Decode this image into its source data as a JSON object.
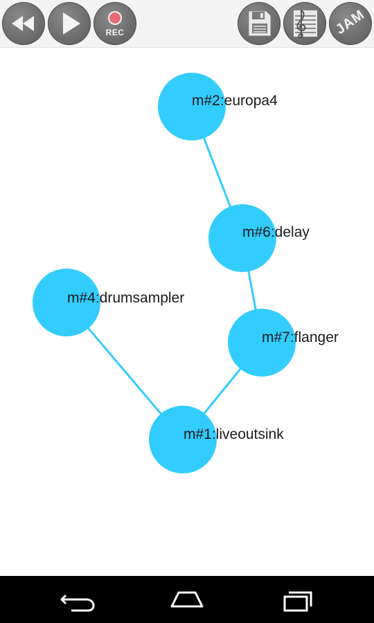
{
  "toolbar": {
    "rec_label": "REC",
    "jam_label": "JAM",
    "icons": {
      "rewind": "rewind-icon",
      "play": "play-icon",
      "record": "record-icon",
      "save": "floppy-disk-icon",
      "score": "treble-clef-staff-icon",
      "jam": "jam-icon"
    }
  },
  "graph": {
    "node_color": "#33ccff",
    "edge_color": "#33ccff",
    "nodes": [
      {
        "id": "m2",
        "label": "m#2:europa4"
      },
      {
        "id": "m6",
        "label": "m#6:delay"
      },
      {
        "id": "m4",
        "label": "m#4:drumsampler"
      },
      {
        "id": "m7",
        "label": "m#7:flanger"
      },
      {
        "id": "m1",
        "label": "m#1:liveoutsink"
      }
    ],
    "edges": [
      {
        "from": "m2",
        "to": "m6"
      },
      {
        "from": "m6",
        "to": "m7"
      },
      {
        "from": "m7",
        "to": "m1"
      },
      {
        "from": "m4",
        "to": "m1"
      }
    ]
  },
  "navbar": {
    "back": "back-icon",
    "home": "home-icon",
    "recents": "recent-apps-icon"
  }
}
